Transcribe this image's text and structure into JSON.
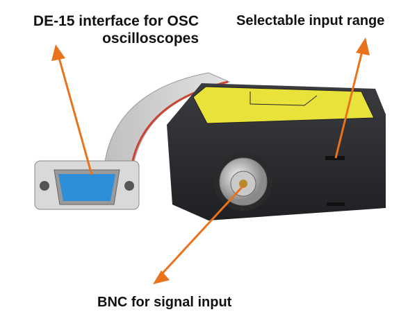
{
  "captions": {
    "de15_line1": "DE-15 interface for OSC",
    "de15_line2": "oscilloscopes",
    "range": "Selectable input range",
    "bnc": "BNC for signal input"
  },
  "colors": {
    "arrow": "#e8731c",
    "label": "#e9e23a",
    "body": "#2b2d30"
  }
}
